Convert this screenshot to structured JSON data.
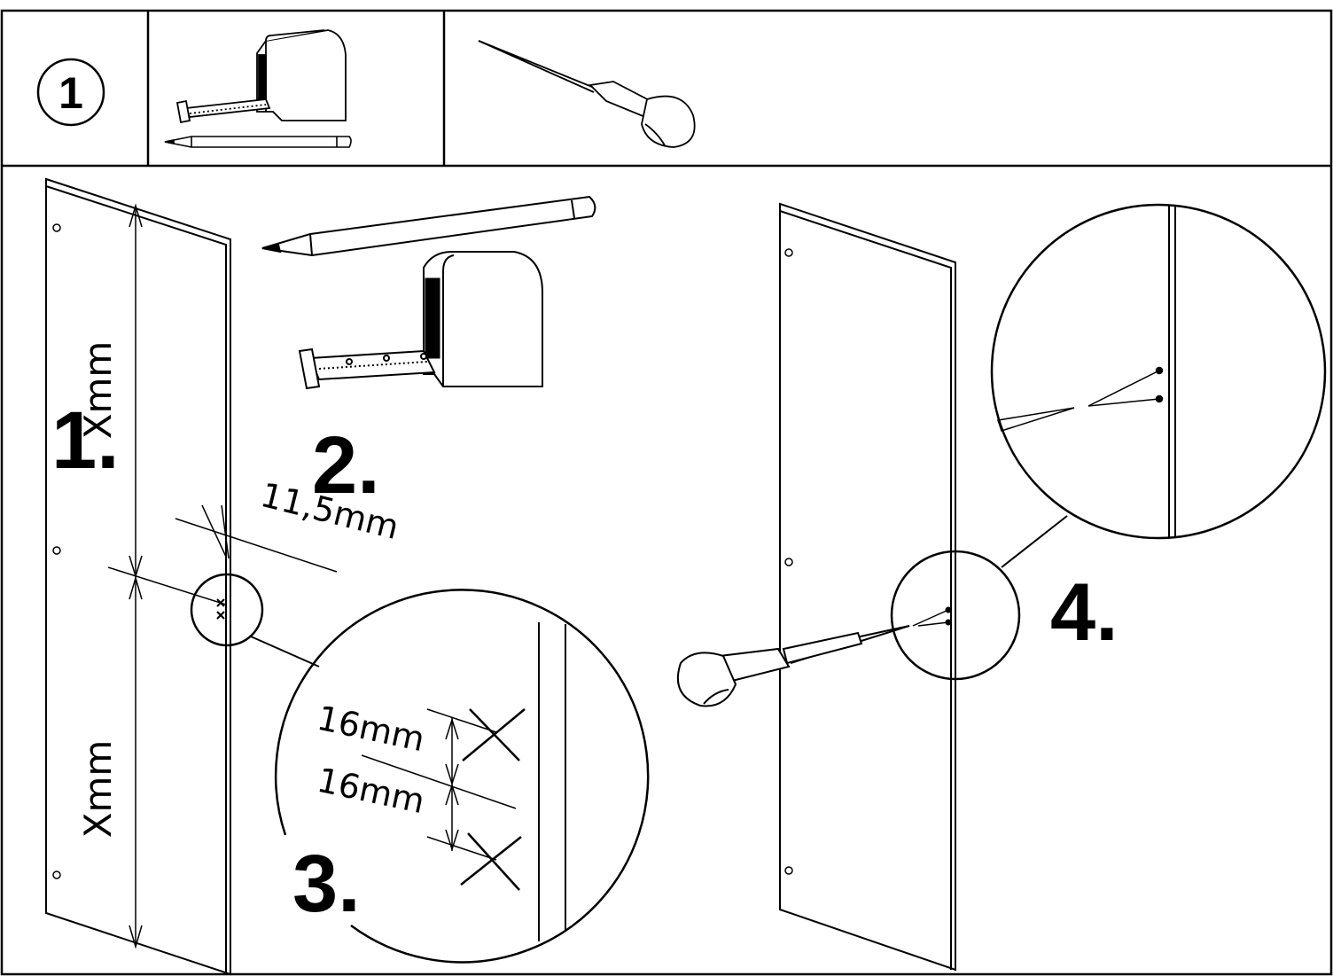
{
  "header": {
    "step_number": "1",
    "tools": [
      {
        "icon": "tape-measure-icon"
      },
      {
        "icon": "pencil-icon"
      },
      {
        "icon": "awl-icon"
      }
    ]
  },
  "steps": {
    "step1": "1.",
    "step2": "2.",
    "step3": "3.",
    "step4": "4."
  },
  "dimensions": {
    "x_upper": "Xmm",
    "x_lower": "Xmm",
    "edge_offset": "11,5mm",
    "hole_spacing_top": "16mm",
    "hole_spacing_bottom": "16mm"
  },
  "colors": {
    "line": "#000000",
    "background": "#ffffff"
  }
}
